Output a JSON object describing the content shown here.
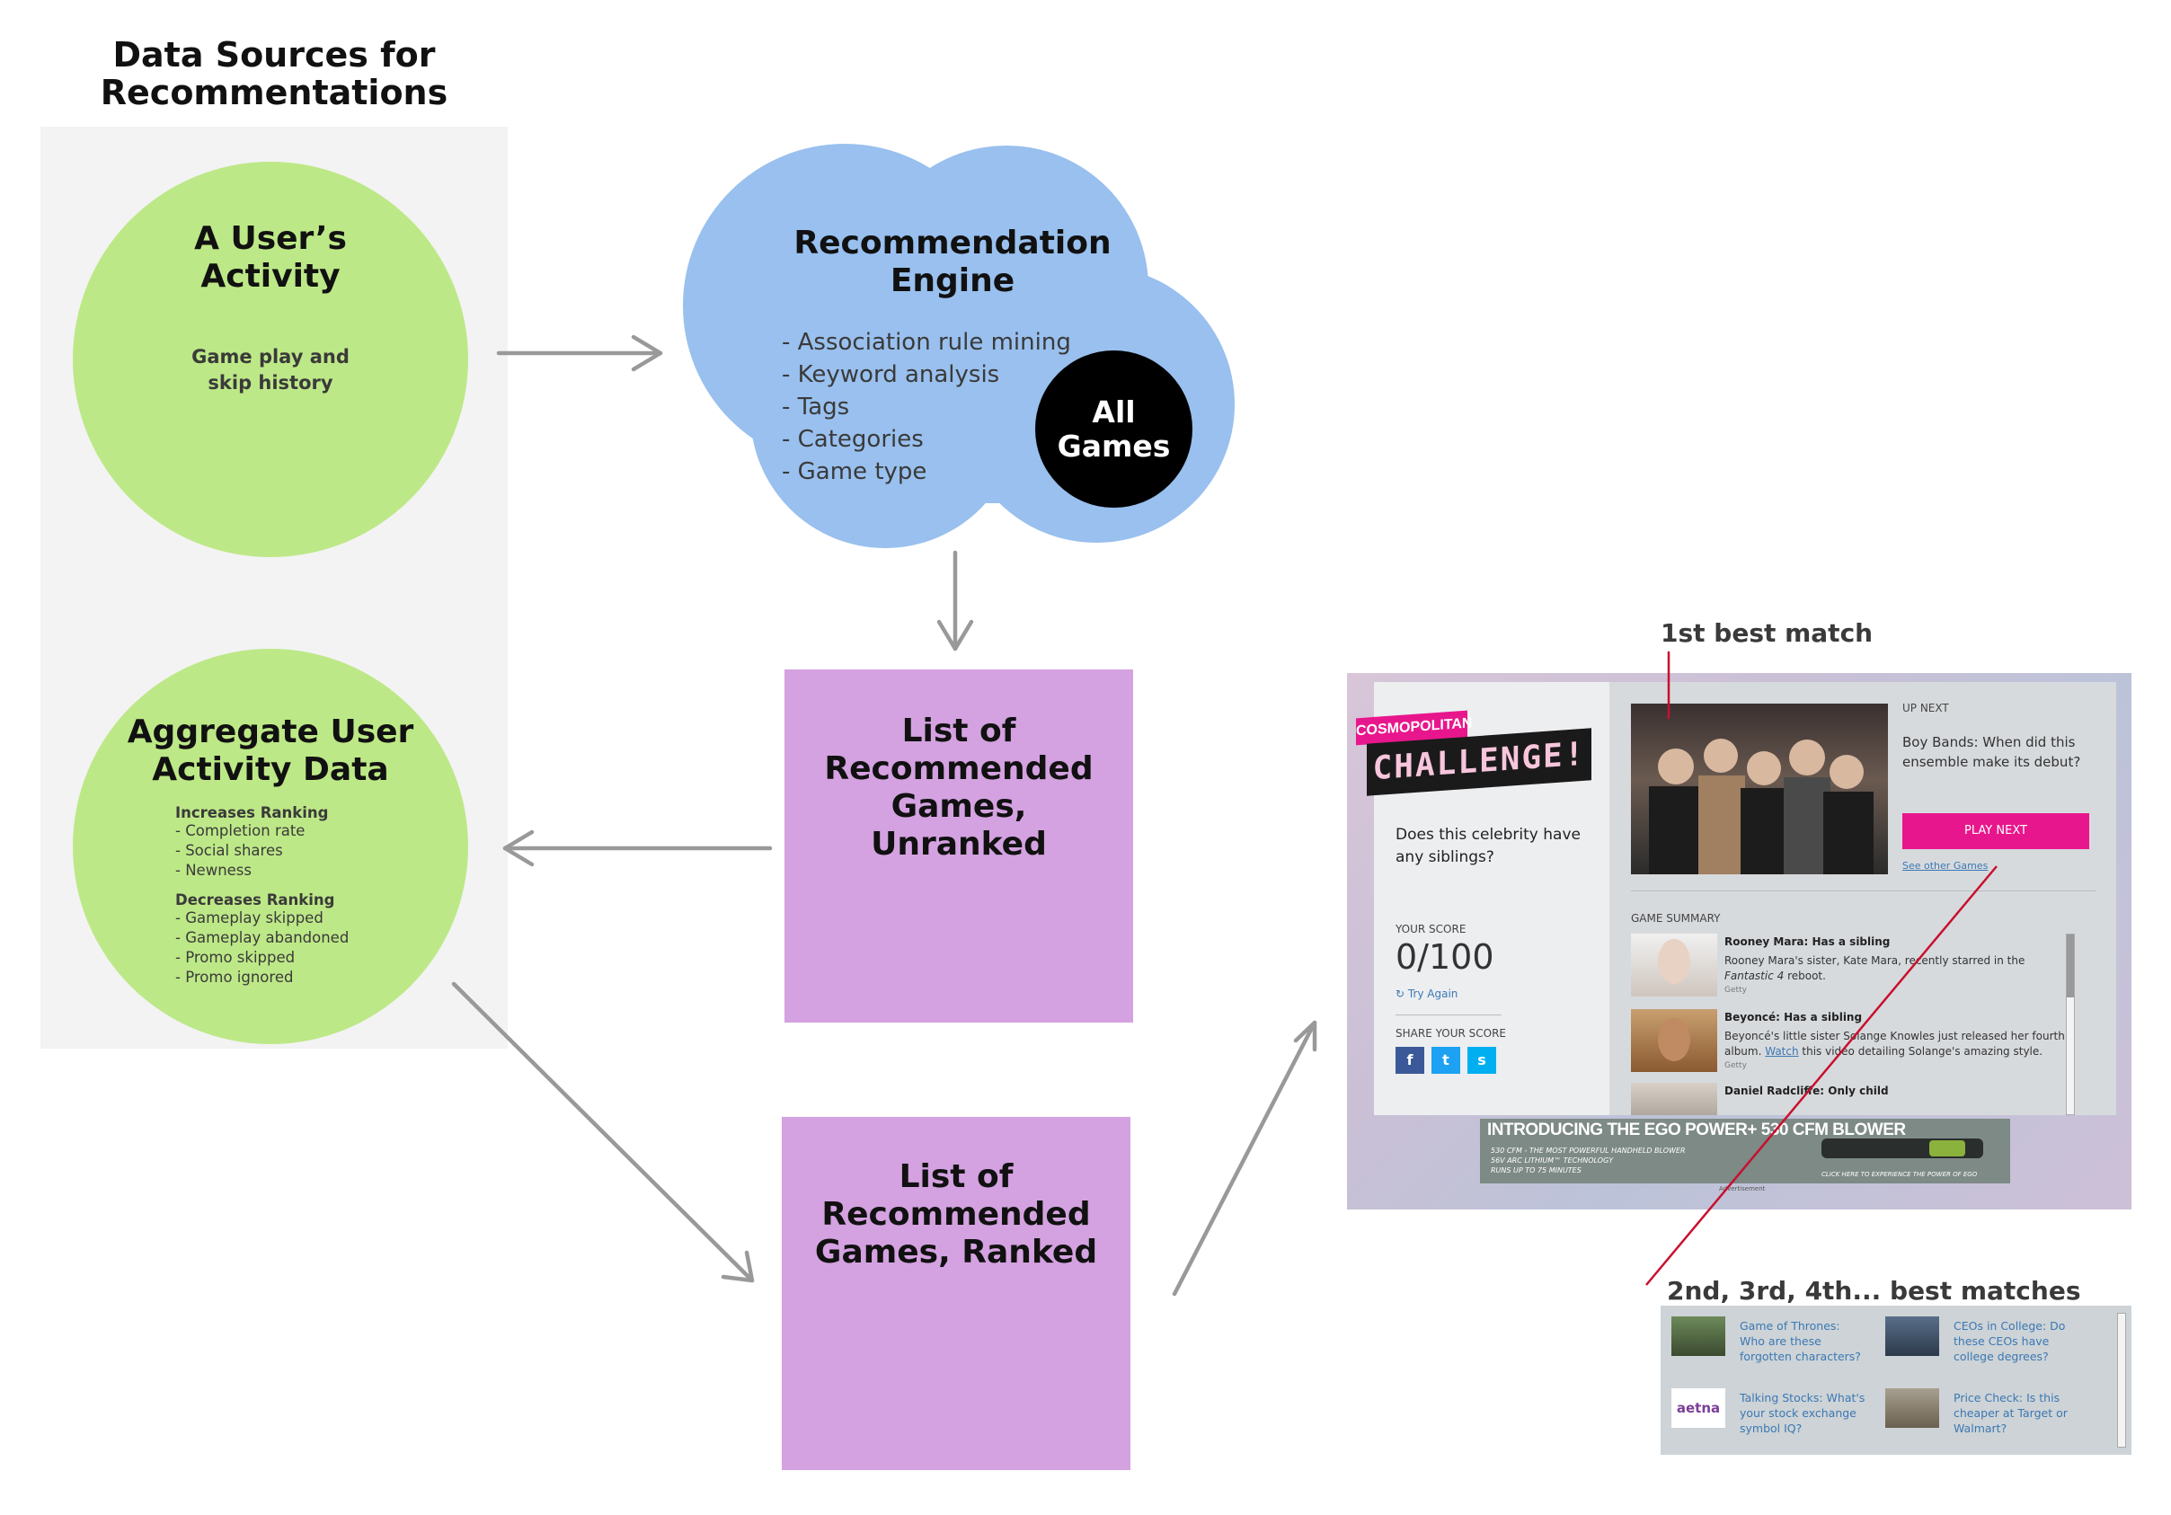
{
  "panel": {
    "title": "Data Sources for Recommentations"
  },
  "user_activity": {
    "title": "A User’s Activity",
    "subtitle": "Game play and skip history"
  },
  "aggregate": {
    "title": "Aggregate User Activity Data",
    "increases_heading": "Increases Ranking",
    "increases": [
      "- Completion rate",
      "- Social shares",
      "- Newness"
    ],
    "decreases_heading": "Decreases Ranking",
    "decreases": [
      "- Gameplay skipped",
      "- Gameplay abandoned",
      "- Promo skipped",
      "- Promo ignored"
    ]
  },
  "engine": {
    "title": "Recommendation Engine",
    "items": [
      "- Association rule mining",
      "- Keyword analysis",
      "- Tags",
      "- Categories",
      "- Game type"
    ],
    "all_games": "All Games"
  },
  "unranked_box": {
    "title": "List of Recommended Games, Unranked"
  },
  "ranked_box": {
    "title": "List of Recommended Games, Ranked"
  },
  "annotations": {
    "first_best": "1st best match",
    "other_best": "2nd, 3rd, 4th... best matches"
  },
  "screenshot": {
    "brand": "COSMOPOLITAN",
    "challenge": "CHALLENGE!",
    "question": "Does this celebrity have any siblings?",
    "your_score_label": "YOUR SCORE",
    "score": "0/100",
    "try_again": "Try Again",
    "share_label": "SHARE YOUR SCORE",
    "share_icons": [
      "f",
      "t",
      "s"
    ],
    "up_next_label": "UP NEXT",
    "up_next_title": "Boy Bands: When did this ensemble make its debut?",
    "play_next": "PLAY NEXT",
    "see_other": "See other Games",
    "summary_label": "GAME SUMMARY",
    "summary_items": [
      {
        "title": "Rooney Mara: Has a sibling",
        "body_a": "Rooney Mara's sister, Kate Mara, recently starred in the ",
        "body_em": "Fantastic 4",
        "body_b": " reboot.",
        "credit": "Getty"
      },
      {
        "title": "Beyoncé: Has a sibling",
        "body_a": "Beyoncé's little sister Solange Knowles just released her fourth album. ",
        "link": "Watch",
        "body_b": " this video detailing Solange's amazing style.",
        "credit": "Getty"
      },
      {
        "title": "Daniel Radcliffe: Only child"
      }
    ],
    "ad_line1": "INTRODUCING THE EGO POWER+ 530 CFM BLOWER",
    "ad_line2": "530 CFM - THE MOST POWERFUL HANDHELD BLOWER",
    "ad_line3": "56V ARC LITHIUM™ TECHNOLOGY",
    "ad_line4": "RUNS UP TO 75 MINUTES",
    "ad_cta": "CLICK HERE TO EXPERIENCE THE POWER OF EGO",
    "ad_label": "Advertisement"
  },
  "strip": {
    "items": [
      "Game of Thrones: Who are these forgotten characters?",
      "CEOs in College: Do these CEOs have college degrees?",
      "Talking Stocks: What's your stock exchange symbol IQ?",
      "Price Check: Is this cheaper at Target or Walmart?"
    ],
    "aetna": "aetna"
  },
  "colors": {
    "green": "#bde887",
    "blue": "#99c0ee",
    "purple": "#d4a2e0",
    "arrow": "#999999",
    "pink": "#e8168c",
    "red_line": "#c8102e"
  }
}
